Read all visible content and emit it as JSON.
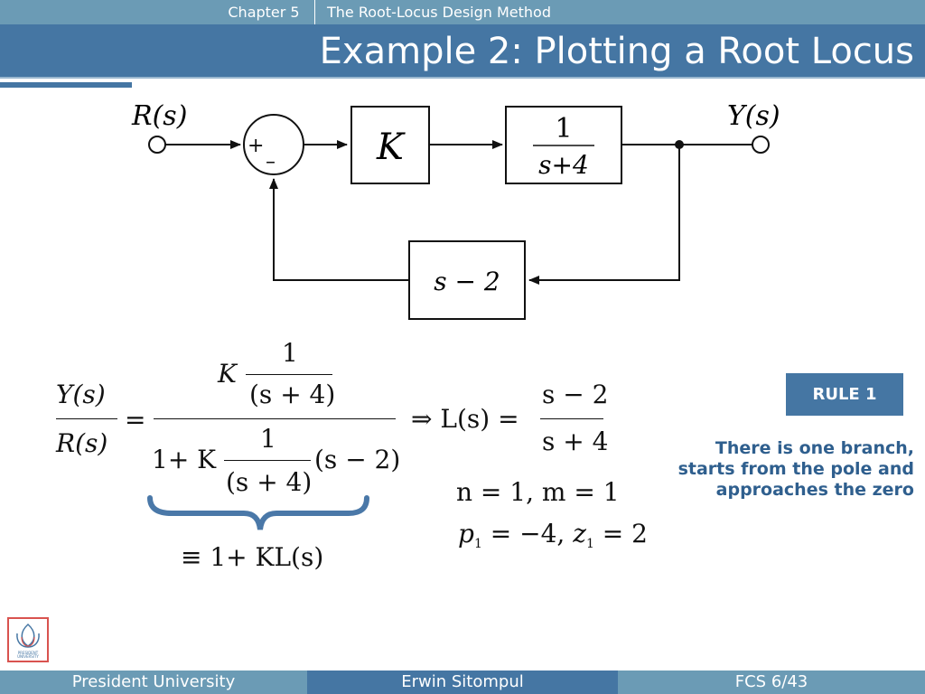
{
  "header": {
    "chapter": "Chapter 5",
    "course_title": "The Root-Locus Design Method"
  },
  "slide": {
    "title": "Example 2: Plotting a Root Locus"
  },
  "block_diagram": {
    "input_label": "R(s)",
    "output_label": "Y(s)",
    "sum_plus": "+",
    "sum_minus": "–",
    "controller": "K",
    "plant_numerator": "1",
    "plant_denominator": "s+4",
    "feedback": "s − 2"
  },
  "equations": {
    "lhs_num": "Y(s)",
    "lhs_den": "R(s)",
    "equals": "=",
    "num_K": "K",
    "one": "1",
    "s_plus_4": "(s + 4)",
    "denom_prefix": "1+ K",
    "s_minus_2": "(s − 2)",
    "brace_result": "≡ 1+ KL(s)",
    "implies": "⇒ L(s) =",
    "L_num": "s − 2",
    "L_den": "s + 4",
    "n_m": "n = 1,  m = 1",
    "p_label": "p",
    "p_sub": "1",
    "p_value": " = −4,  ",
    "z_label": "z",
    "z_sub": "1",
    "z_value": " = 2"
  },
  "rule": {
    "badge": "RULE 1",
    "text_line1": "There is one branch,",
    "text_line2": "starts from the pole and",
    "text_line3": "approaches the zero"
  },
  "footer": {
    "institution": "President University",
    "author": "Erwin Sitompul",
    "page": "FCS 6/43"
  },
  "logo": {
    "text": "PRESIDENT UNIVERSITY"
  },
  "colors": {
    "header_light": "#6b9bb5",
    "header_dark": "#4576a3",
    "rule_text": "#2f5f8e",
    "brace": "#4a78a8"
  }
}
